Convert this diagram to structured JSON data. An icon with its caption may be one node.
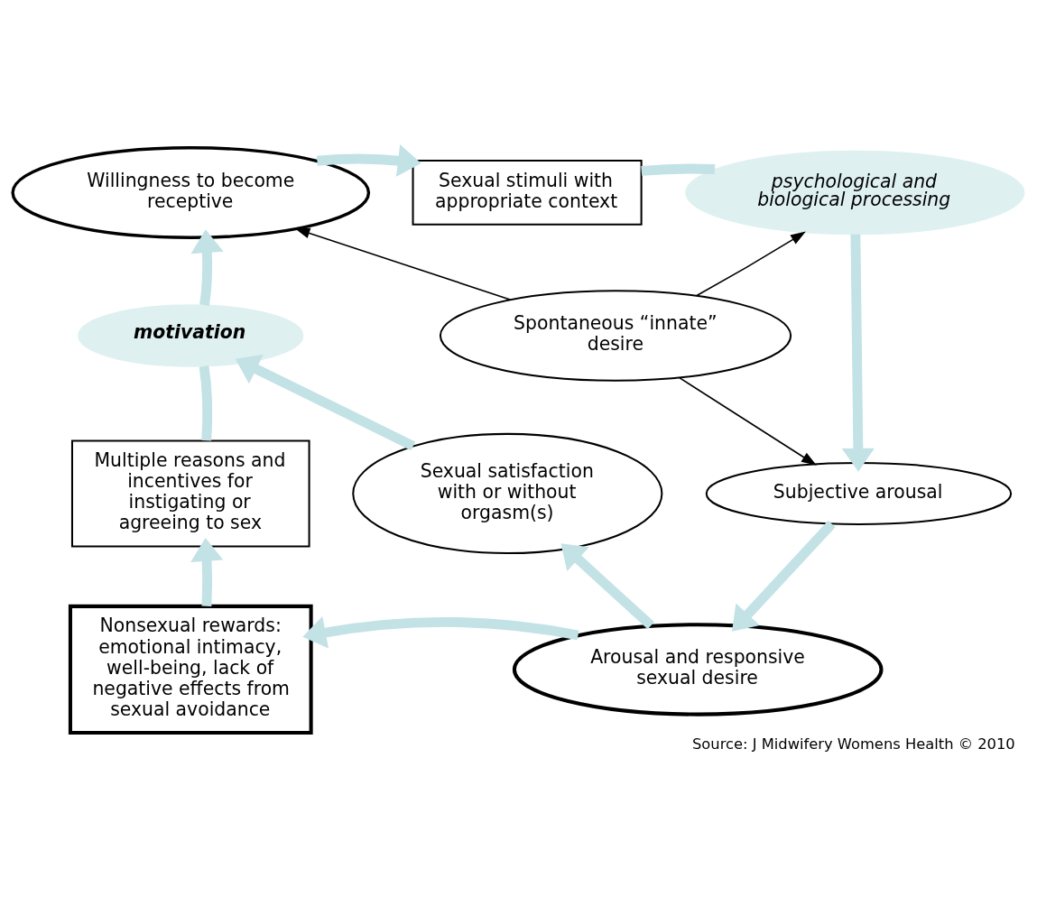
{
  "diagram": {
    "caption": "Source: J Midwifery Womens Health © 2010",
    "nodes": [
      {
        "text": [
          "Willingness to become receptive"
        ]
      },
      {
        "text": [
          "Sexual stimuli with appropriate context"
        ]
      },
      {
        "text": [
          "psychological and biological processing"
        ]
      },
      {
        "text": [
          "Spontaneous “innate” desire"
        ]
      },
      {
        "text": [
          "motivation"
        ]
      },
      {
        "text": [
          "Subjective arousal"
        ]
      },
      {
        "text": [
          "Multiple reasons and incentives for instigating or agreeing to sex"
        ]
      },
      {
        "text": [
          "Sexual satisfaction with or without orgasm(s)"
        ]
      },
      {
        "text": [
          "Nonsexual rewards: emotional intimacy, well-being, lack of negative effects from sexual avoidance"
        ]
      },
      {
        "text": [
          "Arousal and responsive sexual desire"
        ]
      }
    ],
    "edges": [
      {
        "from": 0,
        "to": 1,
        "arrow": "to"
      },
      {
        "from": 1,
        "to": 2,
        "arrow": "none"
      },
      {
        "from": 2,
        "to": 5,
        "arrow": "to"
      },
      {
        "from": 5,
        "to": 9,
        "arrow": "to"
      },
      {
        "from": 9,
        "to": 7,
        "arrow": "to"
      },
      {
        "from": 9,
        "to": 8,
        "arrow": "to"
      },
      {
        "from": 7,
        "to": 4,
        "arrow": "to"
      },
      {
        "from": 8,
        "to": 6,
        "arrow": "to"
      },
      {
        "from": 6,
        "to": 4,
        "arrow": "none"
      },
      {
        "from": 4,
        "to": 0,
        "arrow": "to"
      },
      {
        "from": 3,
        "to": 0,
        "arrow": "to",
        "color": "#000000"
      },
      {
        "from": 3,
        "to": 2,
        "arrow": "to",
        "color": "#000000"
      },
      {
        "from": 3,
        "to": 5,
        "arrow": "to",
        "color": "#000000"
      }
    ]
  }
}
